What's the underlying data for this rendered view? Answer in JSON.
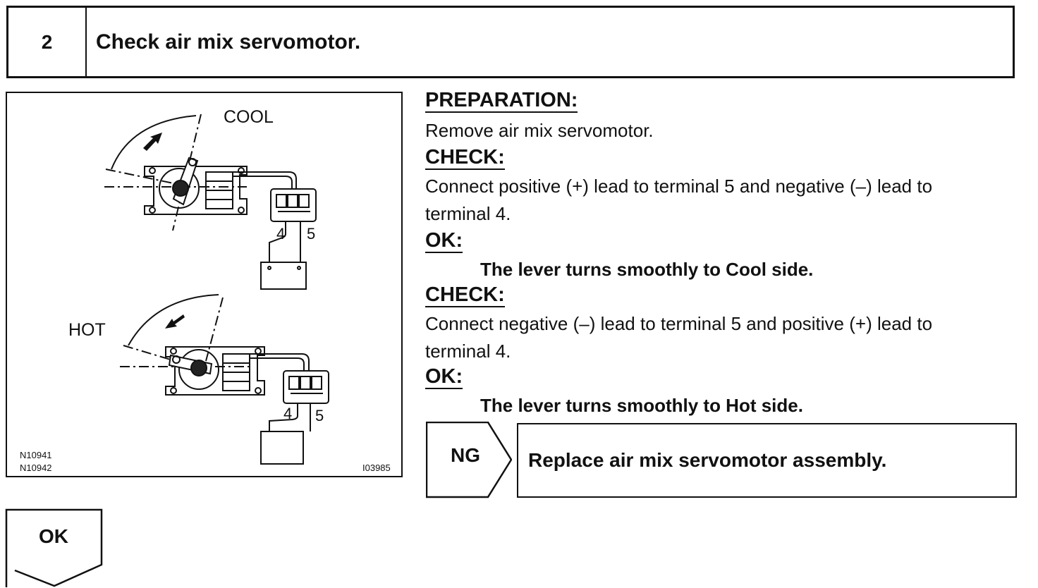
{
  "step": {
    "number": "2",
    "title": "Check air mix servomotor."
  },
  "figure": {
    "label_cool": "COOL",
    "label_hot": "HOT",
    "terminal_4_top": "4",
    "terminal_5_top": "5",
    "terminal_4_bottom": "4",
    "terminal_5_bottom": "5",
    "code_left_1": "N10941",
    "code_left_2": "N10942",
    "code_right": "I03985"
  },
  "preparation": {
    "heading": "PREPARATION:",
    "text": "Remove air mix servomotor."
  },
  "check1": {
    "heading": "CHECK:",
    "line1": "Connect positive (+) lead to terminal 5 and negative (–) lead to",
    "line2": "terminal 4."
  },
  "ok1": {
    "heading": "OK:",
    "result": "The lever turns smoothly to Cool side."
  },
  "check2": {
    "heading": "CHECK:",
    "line1": "Connect negative (–) lead to terminal 5 and positive (+) lead to",
    "line2": "terminal 4."
  },
  "ok2": {
    "heading": "OK:",
    "result": "The lever turns smoothly to Hot side."
  },
  "ng": {
    "label": "NG",
    "action": "Replace air mix servomotor assembly."
  },
  "ok_tab": {
    "label": "OK"
  }
}
